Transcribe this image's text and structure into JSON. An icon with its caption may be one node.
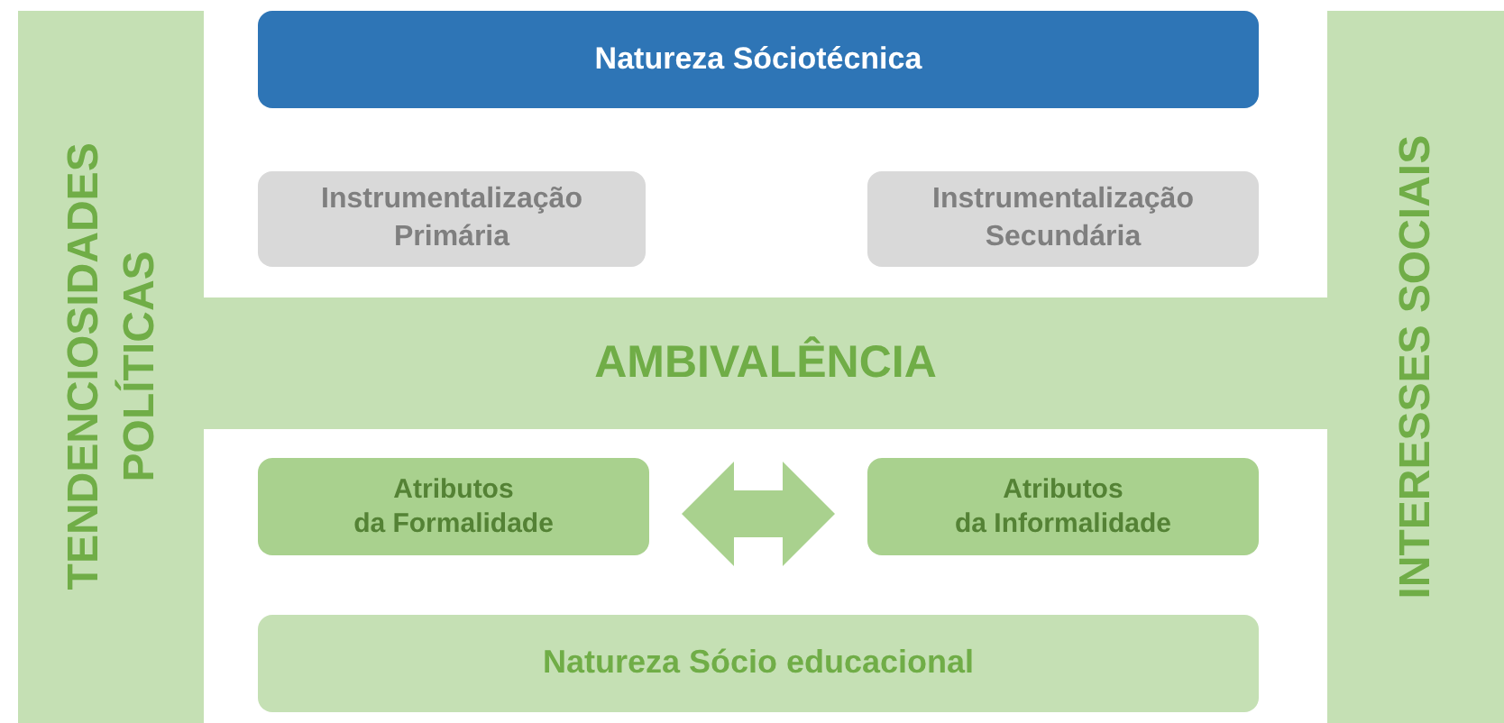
{
  "diagram": {
    "nodes": [
      {
        "text": [
          "TENDENCIOSIDADES POLÍTICAS"
        ]
      },
      {
        "text": [
          "Natureza Sóciotécnica"
        ]
      },
      {
        "text": [
          "Instrumentalização Primária"
        ]
      },
      {
        "text": [
          "Instrumentalização Secundária"
        ]
      },
      {
        "text": [
          "AMBIVALÊNCIA"
        ]
      },
      {
        "text": [
          "Atributos da Formalidade"
        ]
      },
      {
        "text": [
          "Atributos da Informalidade"
        ]
      },
      {
        "text": [
          "Natureza Sócio educacional"
        ]
      },
      {
        "text": [
          "INTERESSES SOCIAIS"
        ]
      }
    ],
    "edges": [
      {
        "from": 5,
        "to": 6,
        "arrow": "both"
      }
    ]
  }
}
